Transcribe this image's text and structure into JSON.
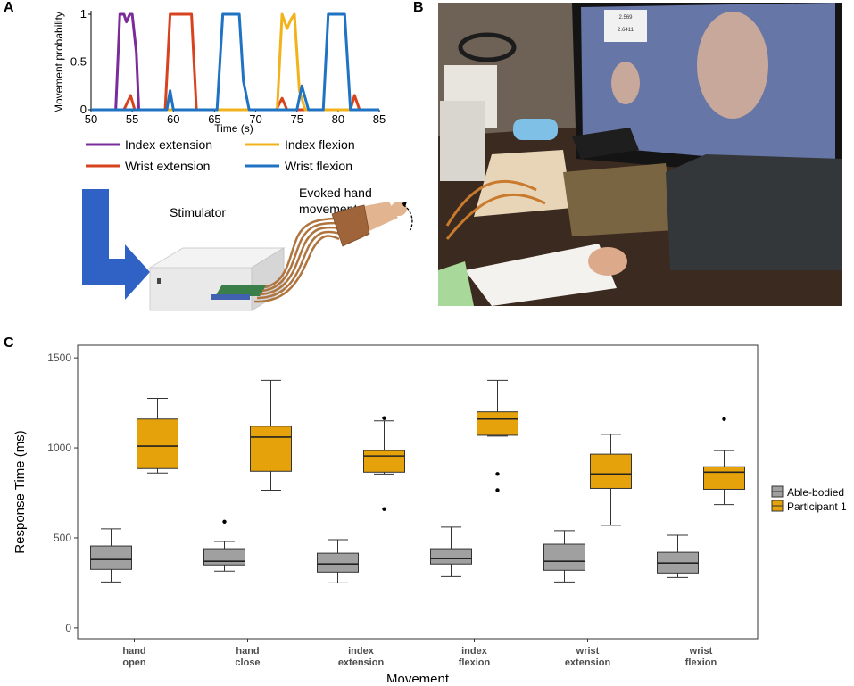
{
  "panels": {
    "a": "A",
    "b": "B",
    "c": "C"
  },
  "panel_a": {
    "ylabel": "Movement probability",
    "xlabel": "Time (s)",
    "xticks": [
      "50",
      "55",
      "60",
      "65",
      "70",
      "75",
      "80",
      "85"
    ],
    "yticks": [
      "0",
      "0.5",
      "1"
    ],
    "legend": [
      "Index extension",
      "Index flexion",
      "Wrist extension",
      "Wrist flexion"
    ],
    "stimulator_label": "Stimulator",
    "evoked_label_line1": "Evoked hand",
    "evoked_label_line2": "movement",
    "colors": {
      "index_extension": "#7b2c9b",
      "index_flexion": "#f2b21b",
      "wrist_extension": "#d8431f",
      "wrist_flexion": "#1f73c3",
      "arrow": "#2f62c4"
    }
  },
  "panel_b": {
    "screen_values": [
      "2.569",
      "2.6411"
    ]
  },
  "chart_data": [
    {
      "type": "line",
      "xlabel": "Time (s)",
      "ylabel": "Movement probability",
      "xlim": [
        50,
        85
      ],
      "ylim": [
        0,
        1
      ],
      "threshold": 0.5,
      "series": [
        {
          "name": "Index extension",
          "color": "#7b2c9b",
          "x": [
            50,
            53.0,
            53.5,
            54.0,
            54.3,
            54.7,
            55.0,
            55.5,
            55.8,
            56.5,
            85
          ],
          "y": [
            0,
            0,
            1,
            1,
            0.92,
            1,
            1,
            0.6,
            0,
            0,
            0
          ]
        },
        {
          "name": "Wrist extension",
          "color": "#d8431f",
          "x": [
            50,
            54.0,
            54.8,
            55.3,
            59.0,
            59.6,
            62.2,
            62.8,
            72.5,
            73.2,
            73.8,
            81.5,
            82.0,
            82.6,
            85
          ],
          "y": [
            0,
            0,
            0.15,
            0,
            0,
            1,
            1,
            0,
            0,
            0.12,
            0,
            0,
            0.15,
            0,
            0
          ]
        },
        {
          "name": "Index flexion",
          "color": "#f2b21b",
          "x": [
            50,
            72.6,
            73.2,
            73.8,
            74.3,
            74.7,
            75.3,
            76.0,
            85
          ],
          "y": [
            0,
            0,
            1,
            0.85,
            0.95,
            1,
            0.2,
            0,
            0
          ]
        },
        {
          "name": "Wrist flexion",
          "color": "#1f73c3",
          "x": [
            50,
            59.2,
            59.6,
            60.0,
            65.3,
            66.0,
            68.0,
            68.5,
            69.2,
            75.0,
            75.6,
            76.4,
            78.2,
            78.8,
            80.8,
            81.5,
            85
          ],
          "y": [
            0,
            0,
            0.2,
            0,
            0,
            1,
            1,
            0.3,
            0,
            0,
            0.25,
            0,
            0,
            1,
            1,
            0,
            0
          ]
        }
      ]
    },
    {
      "type": "box",
      "xlabel": "Movement",
      "ylabel": "Response Time (ms)",
      "ylim": [
        -60,
        1570
      ],
      "yticks": [
        0,
        500,
        1000,
        1500
      ],
      "categories": [
        [
          "hand",
          "open"
        ],
        [
          "hand",
          "close"
        ],
        [
          "index",
          "extension"
        ],
        [
          "index",
          "flexion"
        ],
        [
          "wrist",
          "extension"
        ],
        [
          "wrist",
          "flexion"
        ]
      ],
      "legend_position": "right",
      "series": [
        {
          "name": "Able-bodied",
          "color": "#a0a0a0",
          "boxes": [
            {
              "min": 255,
              "q1": 325,
              "median": 380,
              "q3": 455,
              "max": 550,
              "outliers": []
            },
            {
              "min": 315,
              "q1": 350,
              "median": 370,
              "q3": 440,
              "max": 480,
              "outliers": [
                590
              ]
            },
            {
              "min": 250,
              "q1": 310,
              "median": 355,
              "q3": 415,
              "max": 490,
              "outliers": []
            },
            {
              "min": 285,
              "q1": 355,
              "median": 385,
              "q3": 440,
              "max": 560,
              "outliers": []
            },
            {
              "min": 255,
              "q1": 320,
              "median": 370,
              "q3": 465,
              "max": 540,
              "outliers": []
            },
            {
              "min": 280,
              "q1": 305,
              "median": 360,
              "q3": 420,
              "max": 515,
              "outliers": []
            }
          ]
        },
        {
          "name": "Participant 1",
          "color": "#e5a20a",
          "boxes": [
            {
              "min": 860,
              "q1": 885,
              "median": 1010,
              "q3": 1160,
              "max": 1275,
              "outliers": []
            },
            {
              "min": 765,
              "q1": 870,
              "median": 1060,
              "q3": 1120,
              "max": 1375,
              "outliers": []
            },
            {
              "min": 855,
              "q1": 865,
              "median": 955,
              "q3": 985,
              "max": 1150,
              "outliers": [
                1165,
                660
              ]
            },
            {
              "min": 1065,
              "q1": 1070,
              "median": 1160,
              "q3": 1200,
              "max": 1375,
              "outliers": [
                855,
                765
              ]
            },
            {
              "min": 570,
              "q1": 775,
              "median": 855,
              "q3": 965,
              "max": 1075,
              "outliers": []
            },
            {
              "min": 685,
              "q1": 770,
              "median": 865,
              "q3": 895,
              "max": 985,
              "outliers": [
                1160
              ]
            }
          ]
        }
      ]
    }
  ]
}
